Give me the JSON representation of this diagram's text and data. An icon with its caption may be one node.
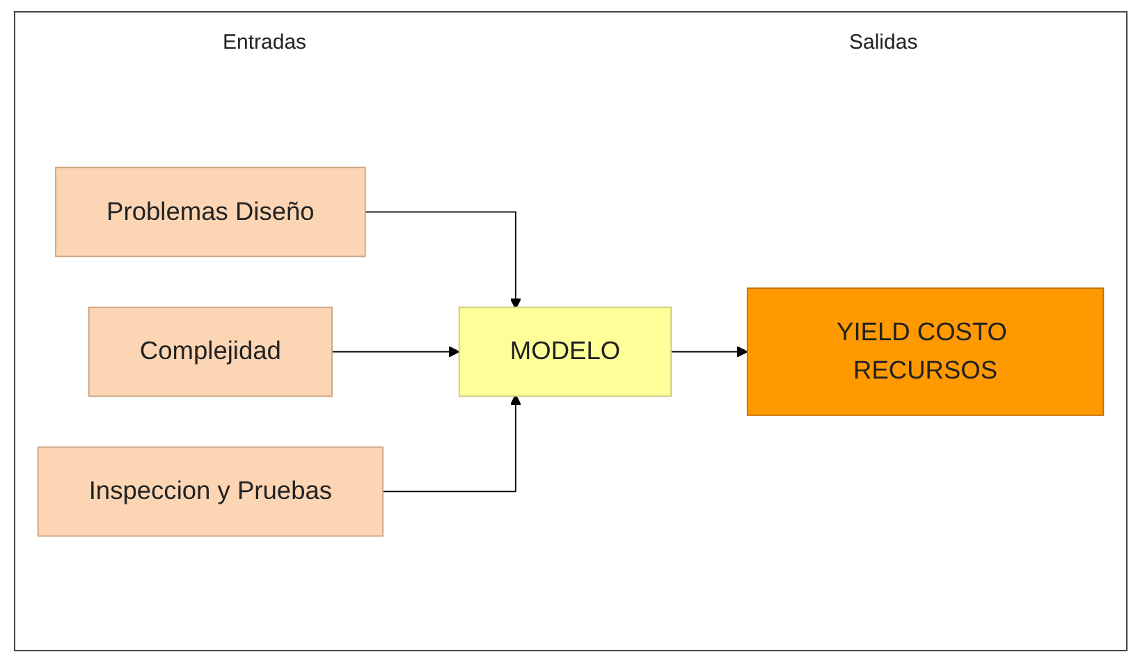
{
  "diagram": {
    "nodes": [
      {
        "text": [
          "Problemas Diseño"
        ]
      },
      {
        "text": [
          "Complejidad"
        ]
      },
      {
        "text": [
          "Inspeccion y Pruebas"
        ]
      },
      {
        "text": [
          "MODELO"
        ]
      },
      {
        "text": [
          "YIELD COSTO RECURSOS"
        ]
      }
    ],
    "edges": [
      {
        "from": 0,
        "to": 3,
        "arrow": "to"
      },
      {
        "from": 1,
        "to": 3,
        "arrow": "to"
      },
      {
        "from": 2,
        "to": 3,
        "arrow": "to"
      },
      {
        "from": 3,
        "to": 4,
        "arrow": "to"
      }
    ],
    "labels": [
      "Entradas",
      "Salidas"
    ]
  }
}
